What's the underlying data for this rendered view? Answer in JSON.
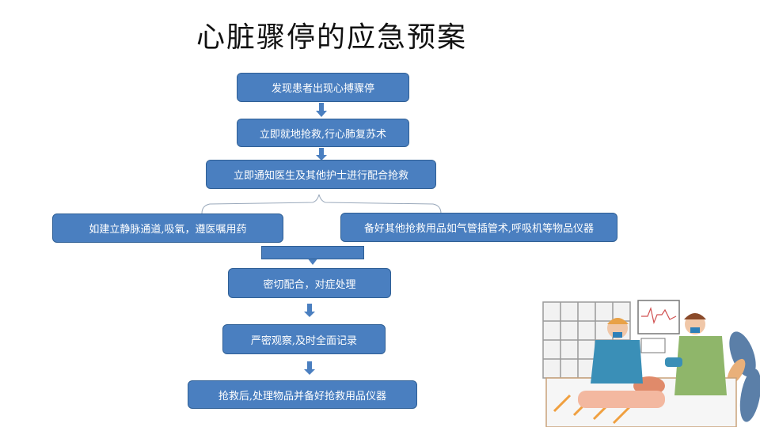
{
  "title": "心脏骤停的应急预案",
  "steps": {
    "s1": "发现患者出现心搏骤停",
    "s2": "立即就地抢救,行心肺复苏术",
    "s3": "立即通知医生及其他护士进行配合抢救",
    "s4a": "如建立静脉通道,吸氧，遵医嘱用药",
    "s4b": "备好其他抢救用品如气管插管术,呼吸机等物品仪器",
    "s5": "密切配合，对症处理",
    "s6": "严密观察,及时全面记录",
    "s7": "抢救后,处理物品并备好抢救用品仪器"
  },
  "colors": {
    "box_fill": "#4a7fc0",
    "box_border": "#2f5f95",
    "arrow": "#4a7fc0"
  }
}
